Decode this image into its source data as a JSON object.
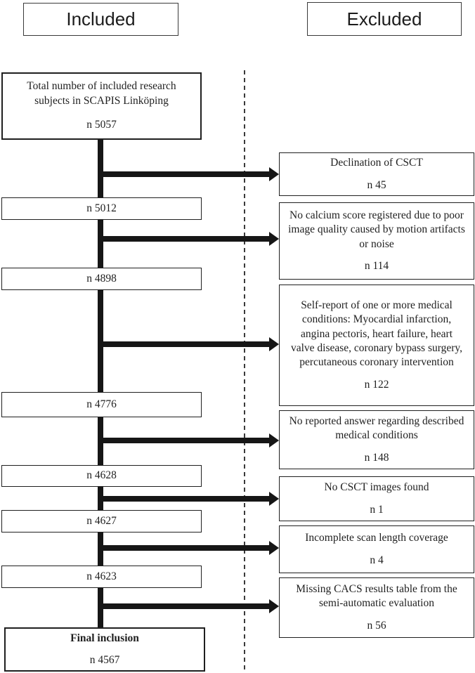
{
  "headers": {
    "included": "Included",
    "excluded": "Excluded"
  },
  "ink_color": "#1f1f1f",
  "included": [
    {
      "label": "Total number of included research subjects in SCAPIS Linköping",
      "n": "n 5057"
    },
    {
      "n": "n 5012"
    },
    {
      "n": "n 4898"
    },
    {
      "n": "n 4776"
    },
    {
      "n": "n 4628"
    },
    {
      "n": "n 4627"
    },
    {
      "n": "n 4623"
    },
    {
      "label": "Final inclusion",
      "n": "n 4567"
    }
  ],
  "excluded": [
    {
      "label": "Declination of CSCT",
      "n": "n 45"
    },
    {
      "label": "No calcium score registered due to poor image quality caused by motion artifacts or noise",
      "n": "n 114"
    },
    {
      "label": "Self-report of one or more medical conditions: Myocardial infarction, angina pectoris, heart failure, heart valve disease, coronary bypass surgery, percutaneous coronary intervention",
      "n": "n 122"
    },
    {
      "label": "No reported answer regarding described medical conditions",
      "n": "n 148"
    },
    {
      "label": "No CSCT images found",
      "n": "n 1"
    },
    {
      "label": "Incomplete scan length coverage",
      "n": "n 4"
    },
    {
      "label": "Missing CACS results table from the semi-automatic evaluation",
      "n": "n 56"
    }
  ]
}
